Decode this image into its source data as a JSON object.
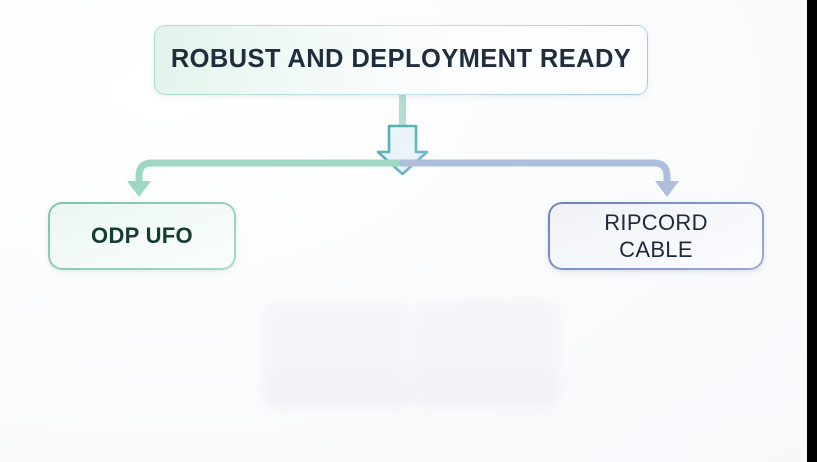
{
  "diagram": {
    "title_node": {
      "label": "ROBUST AND DEPLOYMENT READY"
    },
    "children": [
      {
        "id": "odp-ufo",
        "label": "ODP UFO",
        "accent": "#7cc3ab",
        "text_color": "#143b34"
      },
      {
        "id": "ripcord-cable",
        "label": "RIPCORD\nCABLE",
        "accent": "#6c82bb",
        "text_color": "#1e293b"
      }
    ],
    "connectors": [
      {
        "name": "center-down-arrow",
        "icon": "arrow-down-outline-icon",
        "color_start": "#3fa9a0",
        "color_end": "#8fb8e0"
      },
      {
        "name": "branch-left",
        "icon": "arrow-down-solid-icon",
        "color": "#9ed8c2"
      },
      {
        "name": "branch-right",
        "icon": "arrow-down-solid-icon",
        "color": "#aebfdd"
      }
    ],
    "colors": {
      "background": "#fafbfc",
      "title_text": "#1f2d3d",
      "teal_accent": "#7cc3ab",
      "blue_accent": "#6c82bb",
      "right_strip": "#000000"
    }
  }
}
